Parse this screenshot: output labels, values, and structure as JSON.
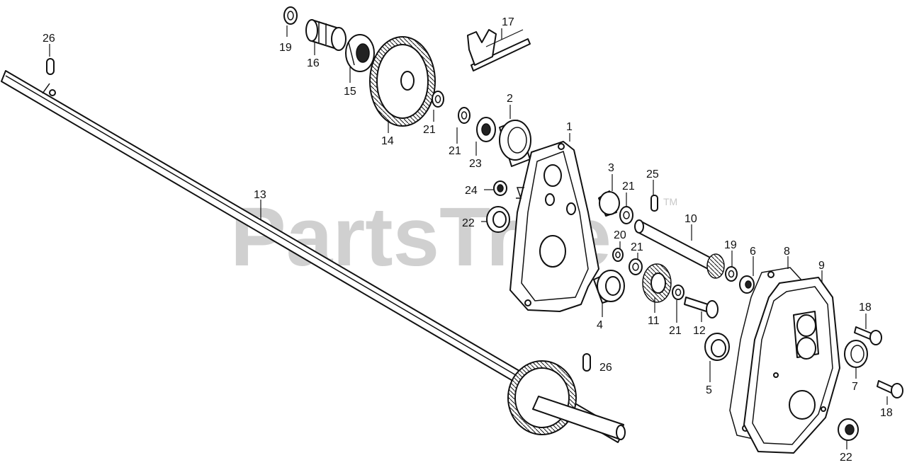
{
  "watermark": {
    "text": "PartsTree",
    "trademark": "TM"
  },
  "callouts": {
    "c1": "1",
    "c2": "2",
    "c3": "3",
    "c4": "4",
    "c5": "5",
    "c6": "6",
    "c7": "7",
    "c8": "8",
    "c9": "9",
    "c10": "10",
    "c11": "11",
    "c12": "12",
    "c13": "13",
    "c14": "14",
    "c15": "15",
    "c16": "16",
    "c17": "17",
    "c18a": "18",
    "c18b": "18",
    "c19a": "19",
    "c19b": "19",
    "c20": "20",
    "c21a": "21",
    "c21b": "21",
    "c21c": "21",
    "c21d": "21",
    "c21e": "21",
    "c22a": "22",
    "c22b": "22",
    "c23": "23",
    "c24": "24",
    "c25": "25",
    "c26a": "26",
    "c26b": "26"
  }
}
